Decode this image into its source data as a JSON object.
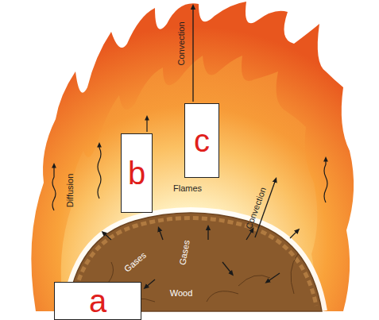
{
  "diagram": {
    "nodes": [
      {
        "text": [
          "a"
        ]
      },
      {
        "text": [
          "b"
        ]
      },
      {
        "text": [
          "c"
        ]
      }
    ],
    "labels": [
      "Convection",
      "Diffusion",
      "Flames",
      "Convection",
      "Gases",
      "Gases",
      "Wood"
    ]
  }
}
